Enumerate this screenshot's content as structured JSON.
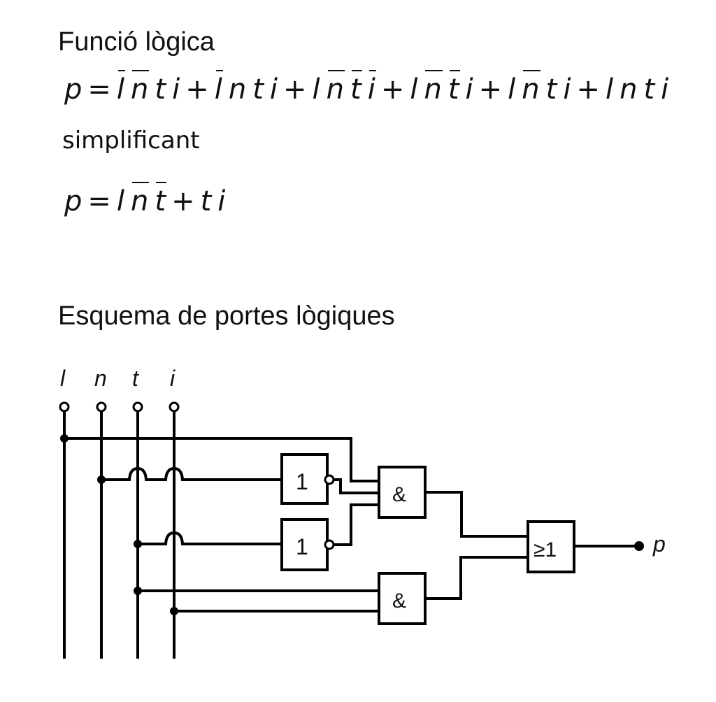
{
  "section_function": {
    "title": "Funció lògica",
    "formula": {
      "lhs": "p",
      "equals": "=",
      "plus": "+",
      "terms": [
        [
          {
            "v": "l",
            "neg": true
          },
          {
            "v": "n",
            "neg": true
          },
          {
            "v": "t",
            "neg": false
          },
          {
            "v": "i",
            "neg": false
          }
        ],
        [
          {
            "v": "l",
            "neg": true
          },
          {
            "v": "n",
            "neg": false
          },
          {
            "v": "t",
            "neg": false
          },
          {
            "v": "i",
            "neg": false
          }
        ],
        [
          {
            "v": "l",
            "neg": false
          },
          {
            "v": "n",
            "neg": true
          },
          {
            "v": "t",
            "neg": true
          },
          {
            "v": "i",
            "neg": true
          }
        ],
        [
          {
            "v": "l",
            "neg": false
          },
          {
            "v": "n",
            "neg": true
          },
          {
            "v": "t",
            "neg": true
          },
          {
            "v": "i",
            "neg": false
          }
        ],
        [
          {
            "v": "l",
            "neg": false
          },
          {
            "v": "n",
            "neg": true
          },
          {
            "v": "t",
            "neg": false
          },
          {
            "v": "i",
            "neg": false
          }
        ],
        [
          {
            "v": "l",
            "neg": false
          },
          {
            "v": "n",
            "neg": false
          },
          {
            "v": "t",
            "neg": false
          },
          {
            "v": "i",
            "neg": false
          }
        ]
      ]
    },
    "simplify_label": "simplificant",
    "simplified": {
      "lhs": "p",
      "equals": "=",
      "plus": "+",
      "terms": [
        [
          {
            "v": "l",
            "neg": false
          },
          {
            "v": "n",
            "neg": true
          },
          {
            "v": "t",
            "neg": true
          }
        ],
        [
          {
            "v": "t",
            "neg": false
          },
          {
            "v": "i",
            "neg": false
          }
        ]
      ]
    }
  },
  "section_schema": {
    "title": "Esquema de portes lògiques",
    "inputs": [
      "l",
      "n",
      "t",
      "i"
    ],
    "gates": {
      "not1": "1",
      "not2": "1",
      "and1": "&",
      "and2": "&",
      "or": "≥1"
    },
    "output": "p"
  }
}
